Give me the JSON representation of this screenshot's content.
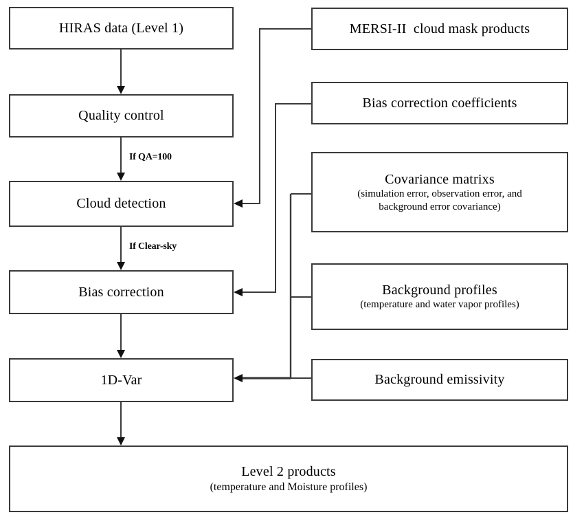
{
  "diagram": {
    "nodes": {
      "hiras": {
        "label": "HIRAS data (Level 1)"
      },
      "quality_control": {
        "label": "Quality control"
      },
      "cloud_detection": {
        "label": "Cloud detection"
      },
      "bias_correction": {
        "label": "Bias correction"
      },
      "one_d_var": {
        "label": "1D-Var"
      },
      "level2": {
        "label": "Level 2 products",
        "subline": "(temperature and Moisture profiles)"
      },
      "mersi": {
        "label": "MERSI-II  cloud mask products"
      },
      "bias_coefficients": {
        "label": "Bias correction coefficients"
      },
      "covariance": {
        "label": "Covariance matrixs",
        "subline1": "(simulation error, observation error, and",
        "subline2": "background error covariance)"
      },
      "background_profiles": {
        "label": "Background profiles",
        "subline": "(temperature and water vapor profiles)"
      },
      "background_emissivity": {
        "label": "Background emissivity"
      }
    },
    "edge_labels": {
      "qa": "If QA=100",
      "clear_sky": "If Clear-sky"
    },
    "colors": {
      "line": "#3a3a3a",
      "arrowhead": "#111111",
      "text": "#000000",
      "background": "#ffffff"
    }
  }
}
